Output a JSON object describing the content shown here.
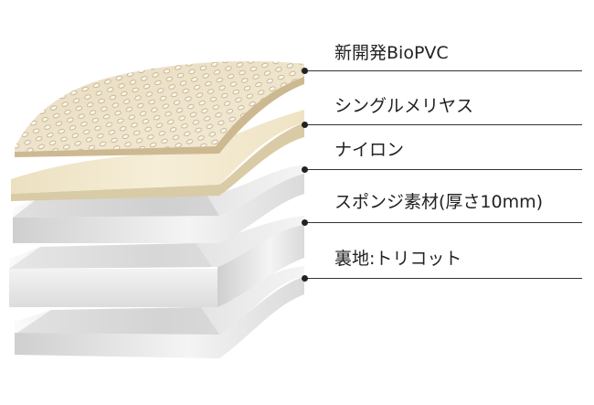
{
  "layers": [
    {
      "label": "新開発BioPVC",
      "material": "perforated-pvc",
      "color": "#efe3c8"
    },
    {
      "label": "シングルメリヤス",
      "material": "knit",
      "color": "#f2e8cc"
    },
    {
      "label": "ナイロン",
      "material": "nylon",
      "color": "#ececec"
    },
    {
      "label": "スポンジ素材(厚さ10mm)",
      "material": "sponge",
      "color": "#e9e9e9"
    },
    {
      "label": "裏地:トリコット",
      "material": "tricot",
      "color": "#eeeeee"
    }
  ]
}
